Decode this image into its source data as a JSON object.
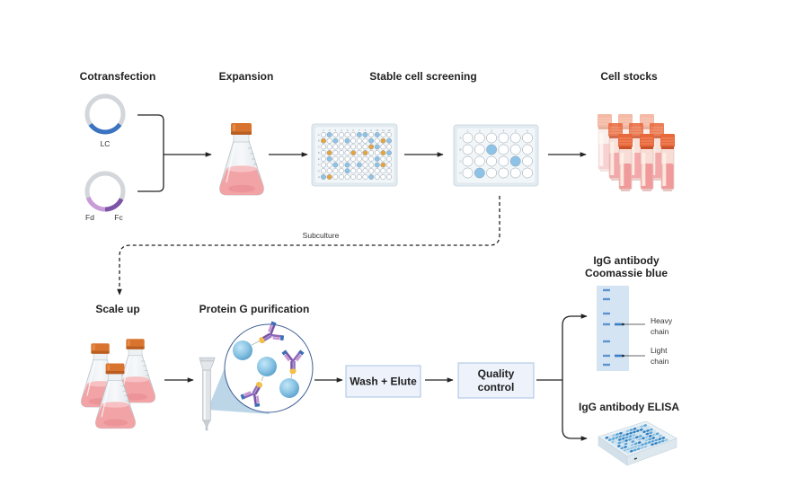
{
  "colors": {
    "plasmid_ring": "#D3D6DA",
    "lc_segment": "#3A73C0",
    "fd_segment": "#C99BD8",
    "fc_segment": "#7D55A8",
    "well_blue": "#8EC3E8",
    "well_orange": "#E8A33A",
    "well_empty": "#FFFFFF",
    "box_fill": "#EDF2FB",
    "box_border": "#A9C3E3",
    "elisa_palette": [
      "#2F7FC1",
      "#5AA6DA",
      "#9CCBEA",
      "#D4E9F5"
    ]
  },
  "cotransfection": {
    "title": "Cotransfection",
    "plasmids": [
      {
        "labels": [
          "LC"
        ]
      },
      {
        "labels": [
          "Fd",
          "Fc"
        ]
      }
    ]
  },
  "expansion": {
    "title": "Expansion"
  },
  "screening": {
    "title": "Stable cell screening",
    "plate_96": {
      "row_labels": [
        "A",
        "B",
        "C",
        "D",
        "E",
        "F",
        "G",
        "H"
      ],
      "col_labels": [
        "1",
        "2",
        "3",
        "4",
        "5",
        "6",
        "7",
        "8",
        "9",
        "10",
        "11",
        "12"
      ],
      "rows": [
        ".b....bb.b..",
        "o.b.b...b.ob",
        "........ob..",
        ".o...o.o..ob",
        ".b.......b..",
        "..b.b.b..bo.",
        "....b.......",
        "bo......b..."
      ]
    },
    "plate_24": {
      "row_labels": [
        "A",
        "B",
        "C",
        "D"
      ],
      "col_labels": [
        "1",
        "2",
        "3",
        "4",
        "5",
        "6"
      ],
      "rows": [
        "......",
        "..b...",
        "....b.",
        ".b...."
      ]
    }
  },
  "cell_stocks": {
    "title": "Cell stocks"
  },
  "subculture": {
    "label": "Subculture"
  },
  "scale_up": {
    "title": "Scale up"
  },
  "purification": {
    "title": "Protein G purification"
  },
  "wash_elute": {
    "label": "Wash + Elute"
  },
  "quality_control": {
    "lines": [
      "Quality",
      "control"
    ]
  },
  "coomassie": {
    "title_lines": [
      "IgG antibody",
      "Coomassie blue"
    ],
    "heavy_chain": [
      "Heavy",
      "chain"
    ],
    "light_chain": [
      "Light",
      "chain"
    ]
  },
  "elisa": {
    "title": "IgG antibody ELISA"
  }
}
